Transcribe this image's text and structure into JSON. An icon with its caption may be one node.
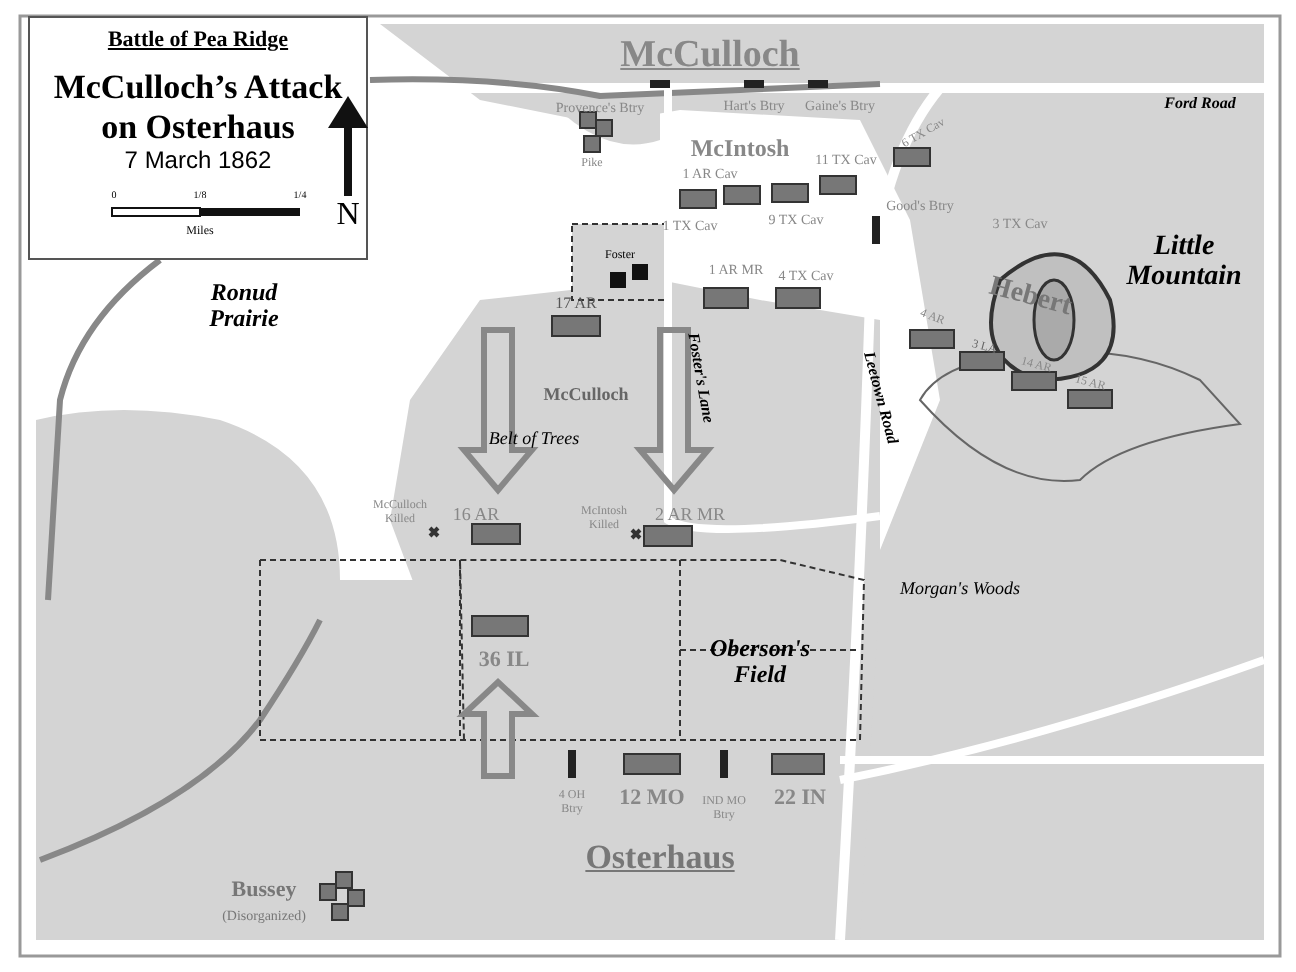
{
  "diagram": {
    "title": "McCulloch’s Attack on Osterhaus",
    "labels": [
      "Battle of Pea Ridge",
      "7 March 1862",
      "0",
      "1/8",
      "1/4",
      "Miles",
      "N",
      "McCulloch",
      "Provence's Btry",
      "Hart's Btry",
      "Gaine's Btry",
      "Ford Road",
      "Pike",
      "McIntosh",
      "11 TX Cav",
      "6 TX Cav",
      "1 AR Cav",
      "Good's Btry",
      "1 TX Cav",
      "9 TX Cav",
      "3 TX Cav",
      "Little Mountain",
      "Foster",
      "Ronud Prairie",
      "1 AR MR",
      "4 TX Cav",
      "17 AR",
      "4 AR",
      "Hebert",
      "3 LA",
      "14 AR",
      "15 AR",
      "Foster's Lane",
      "Leetown Road",
      "McCulloch",
      "Belt of Trees",
      "McCulloch Killed",
      "16 AR",
      "McIntosh Killed",
      "2 AR MR",
      "Morgan's Woods",
      "Oberson's Field",
      "36 IL",
      "4 OH Btry",
      "12 MO",
      "IND MO Btry",
      "22 IN",
      "Osterhaus",
      "Bussey",
      "(Disorganized)"
    ]
  }
}
